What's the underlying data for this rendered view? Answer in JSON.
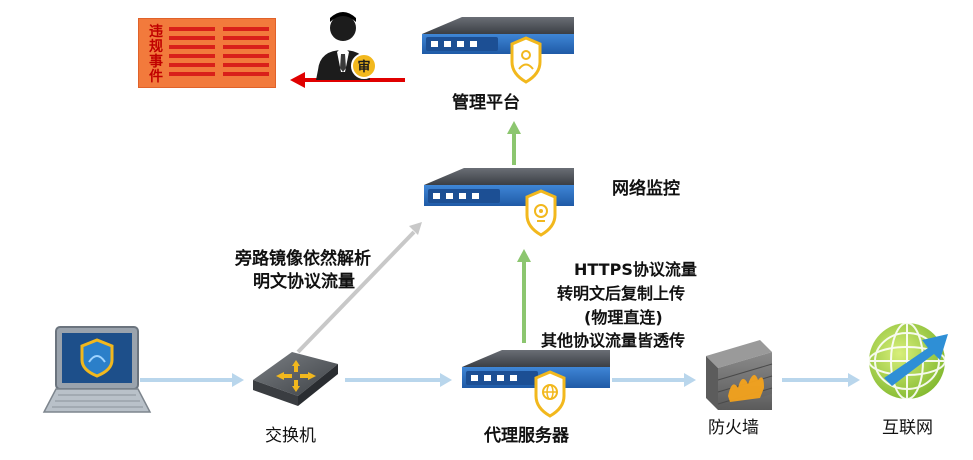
{
  "nodes": {
    "violation": "违规事件",
    "management": "管理平台",
    "monitor": "网络监控",
    "switch": "交换机",
    "proxy": "代理服务器",
    "firewall": "防火墙",
    "internet": "互联网",
    "audit_badge": "审"
  },
  "annotations": {
    "mirror_line1": "旁路镜像依然解析",
    "mirror_line2": "明文协议流量",
    "https_line1": "HTTPS协议流量",
    "https_line2": "转明文后复制上传",
    "https_line3": "(物理直连)",
    "https_line4": "其他协议流量皆透传"
  },
  "colors": {
    "flow_arrow": "#b9d6ec",
    "upload_arrow": "#8cc66f",
    "mirror_arrow": "#c8c8c8",
    "alert_arrow": "#e00000",
    "device_blue": "#2a6ab8",
    "badge_yellow": "#f2b81d",
    "violation_bg": "#f27a3c"
  }
}
